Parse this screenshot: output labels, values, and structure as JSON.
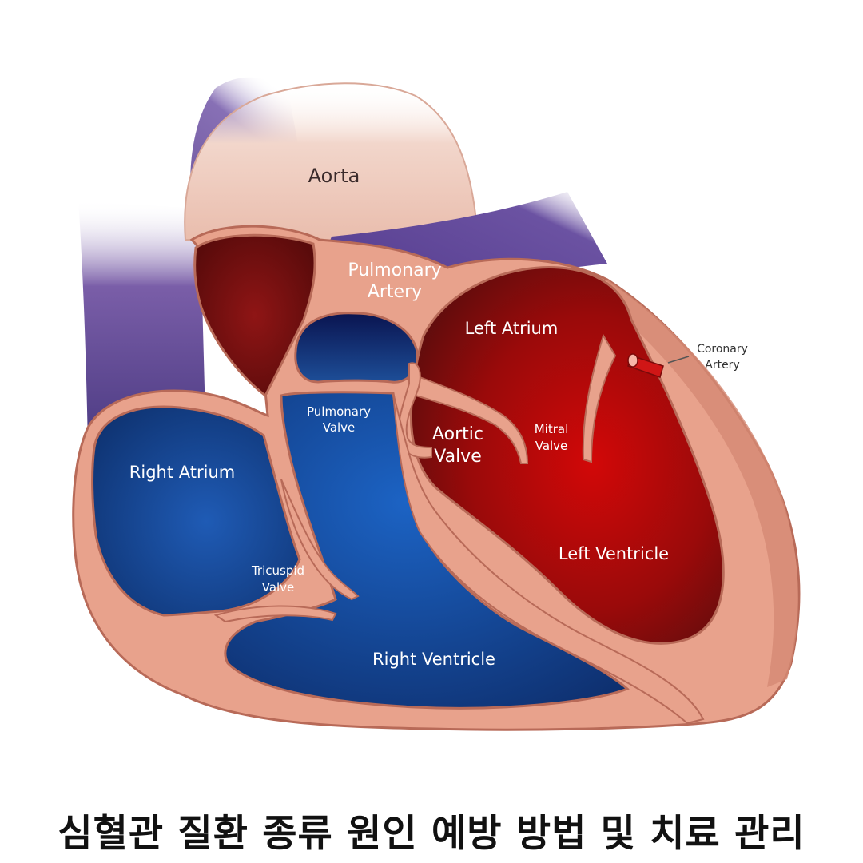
{
  "diagram": {
    "labels": {
      "aorta": "Aorta",
      "pulmonary_artery_1": "Pulmonary",
      "pulmonary_artery_2": "Artery",
      "left_atrium": "Left Atrium",
      "coronary_artery_1": "Coronary",
      "coronary_artery_2": "Artery",
      "pulmonary_valve_1": "Pulmonary",
      "pulmonary_valve_2": "Valve",
      "aortic_valve_1": "Aortic",
      "aortic_valve_2": "Valve",
      "mitral_valve_1": "Mitral",
      "mitral_valve_2": "Valve",
      "right_atrium": "Right Atrium",
      "tricuspid_valve_1": "Tricuspid",
      "tricuspid_valve_2": "Valve",
      "left_ventricle": "Left Ventricle",
      "right_ventricle": "Right Ventricle"
    },
    "colors": {
      "tissue": "#e8a28c",
      "tissue_outline": "#b86a58",
      "aorta_top": "#f3d9cf",
      "vein_purple": "#6b4e9a",
      "deoxygenated_blue": "#14417f",
      "oxygenated_red": "#c40a0a",
      "dark_red": "#5c0d0d",
      "coronary_red": "#d01616"
    }
  },
  "caption": "심혈관 질환 종류 원인 예방 방법 및 치료 관리"
}
